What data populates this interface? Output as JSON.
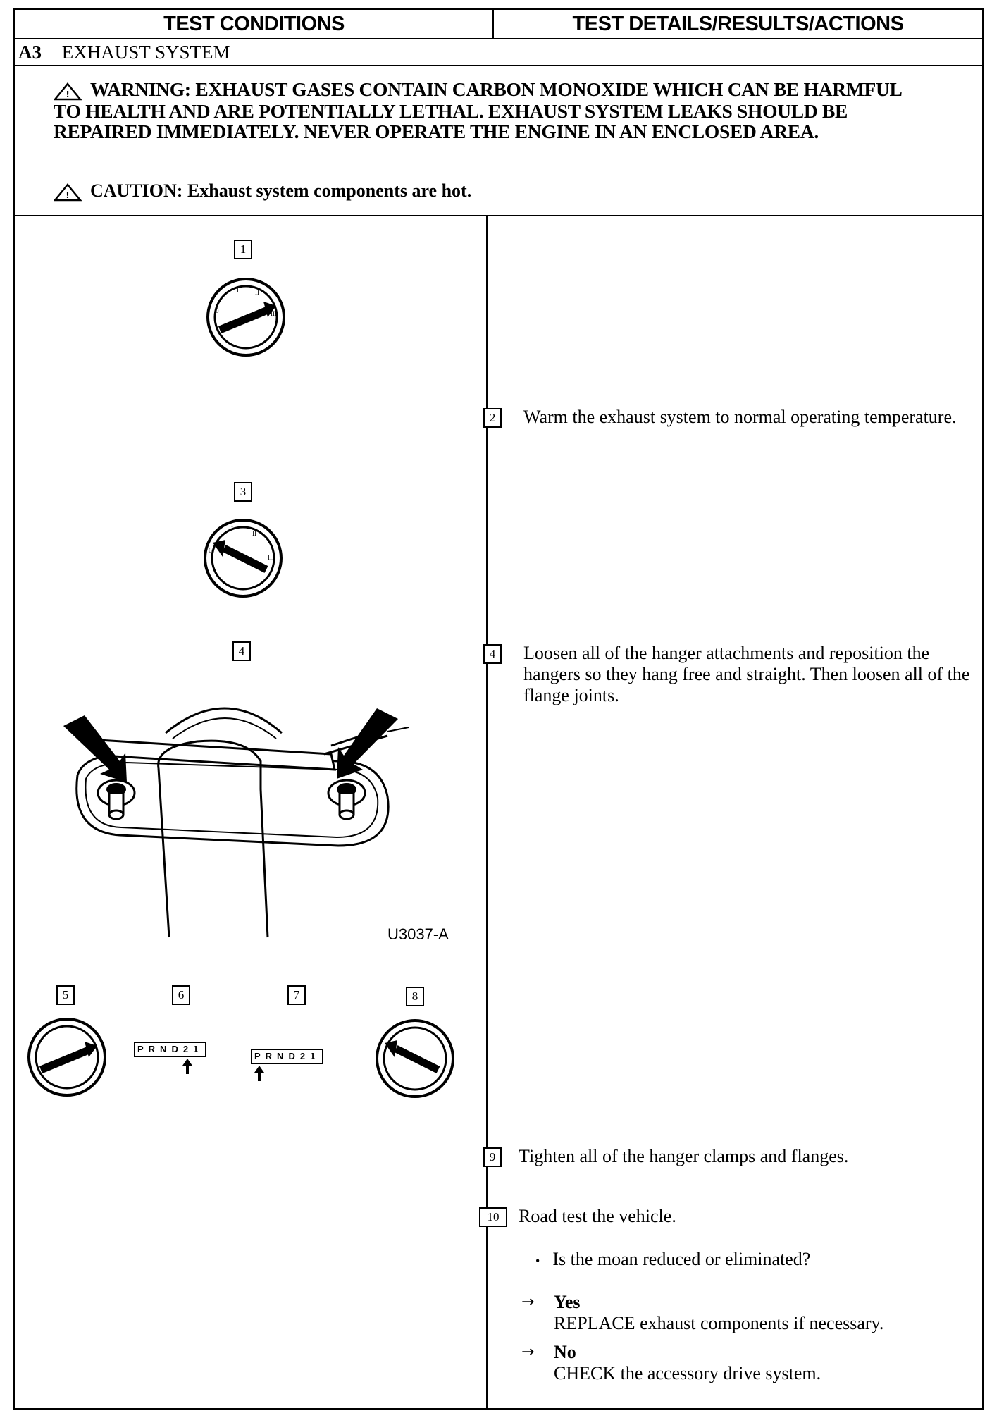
{
  "header": {
    "left": "TEST CONDITIONS",
    "right": "TEST DETAILS/RESULTS/ACTIONS"
  },
  "section": {
    "id": "A3",
    "title": "EXHAUST SYSTEM"
  },
  "warning": "WARNING: EXHAUST GASES CONTAIN CARBON MONOXIDE WHICH CAN BE HARMFUL TO HEALTH AND ARE POTENTIALLY LETHAL. EXHAUST SYSTEM LEAKS SHOULD BE REPAIRED IMMEDIATELY. NEVER OPERATE THE ENGINE IN AN ENCLOSED AREA.",
  "caution": "CAUTION: Exhaust system components are hot.",
  "figures": {
    "f1": "1",
    "f3": "3",
    "f4": "4",
    "f5": "5",
    "f6": "6",
    "f7": "7",
    "f8": "8",
    "caption": "U3037-A",
    "prnd": "PRND21"
  },
  "steps": {
    "s2": {
      "num": "2",
      "text": "Warm the exhaust system to normal operating temperature."
    },
    "s4": {
      "num": "4",
      "text": "Loosen all of the hanger attachments and reposition the hangers so they hang free and straight. Then loosen all of the flange joints."
    },
    "s9": {
      "num": "9",
      "text": "Tighten all of the hanger clamps and flanges."
    },
    "s10": {
      "num": "10",
      "text": "Road test the vehicle."
    }
  },
  "question": "Is the moan reduced or eliminated?",
  "answers": {
    "yes": {
      "label": "Yes",
      "action": "REPLACE exhaust components if necessary."
    },
    "no": {
      "label": "No",
      "action": "CHECK the accessory drive system."
    }
  }
}
